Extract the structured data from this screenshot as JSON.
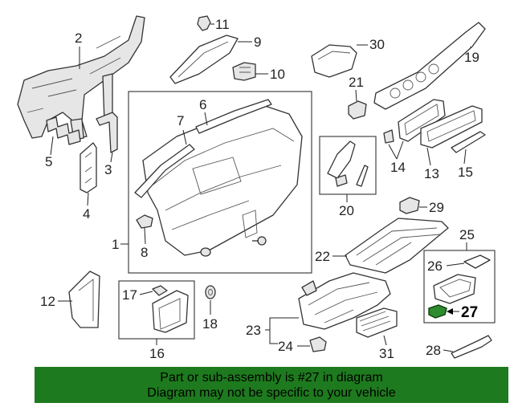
{
  "callouts": {
    "c1": "1",
    "c2": "2",
    "c3": "3",
    "c4": "4",
    "c5": "5",
    "c6": "6",
    "c7": "7",
    "c8": "8",
    "c9": "9",
    "c10": "10",
    "c11": "11",
    "c12": "12",
    "c13": "13",
    "c14": "14",
    "c15": "15",
    "c16": "16",
    "c17": "17",
    "c18": "18",
    "c19": "19",
    "c20": "20",
    "c21": "21",
    "c22": "22",
    "c23": "23",
    "c24": "24",
    "c25": "25",
    "c26": "26",
    "c27": "27",
    "c28": "28",
    "c29": "29",
    "c30": "30",
    "c31": "31"
  },
  "banner": {
    "line1": "Part or sub-assembly is #27 in diagram",
    "line2": "Diagram may not be specific to your vehicle"
  },
  "colors": {
    "banner_bg": "#1e7a1e",
    "highlight_part": "#2e8b2e"
  }
}
